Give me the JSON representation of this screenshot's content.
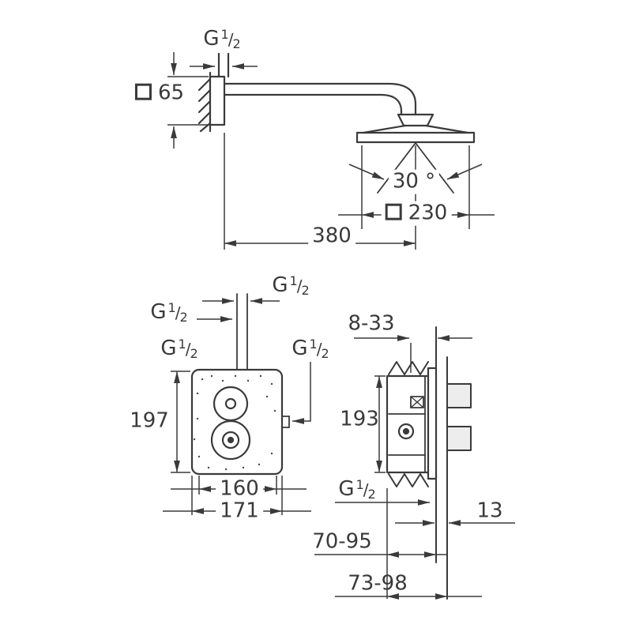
{
  "labels": {
    "thread_g": "G",
    "thread_num": "1",
    "thread_slash": "/",
    "thread_den": "2"
  },
  "dimensions": {
    "arm_flange": "65",
    "spray_angle": "30 °",
    "head_size": "230",
    "arm_projection": "380",
    "plate_height": "197",
    "width_inner": "160",
    "width_outer": "171",
    "mount_adjust": "8-33",
    "body_height": "193",
    "wall_panel": "13",
    "depth_min": "70-95",
    "depth_max": "73-98"
  }
}
